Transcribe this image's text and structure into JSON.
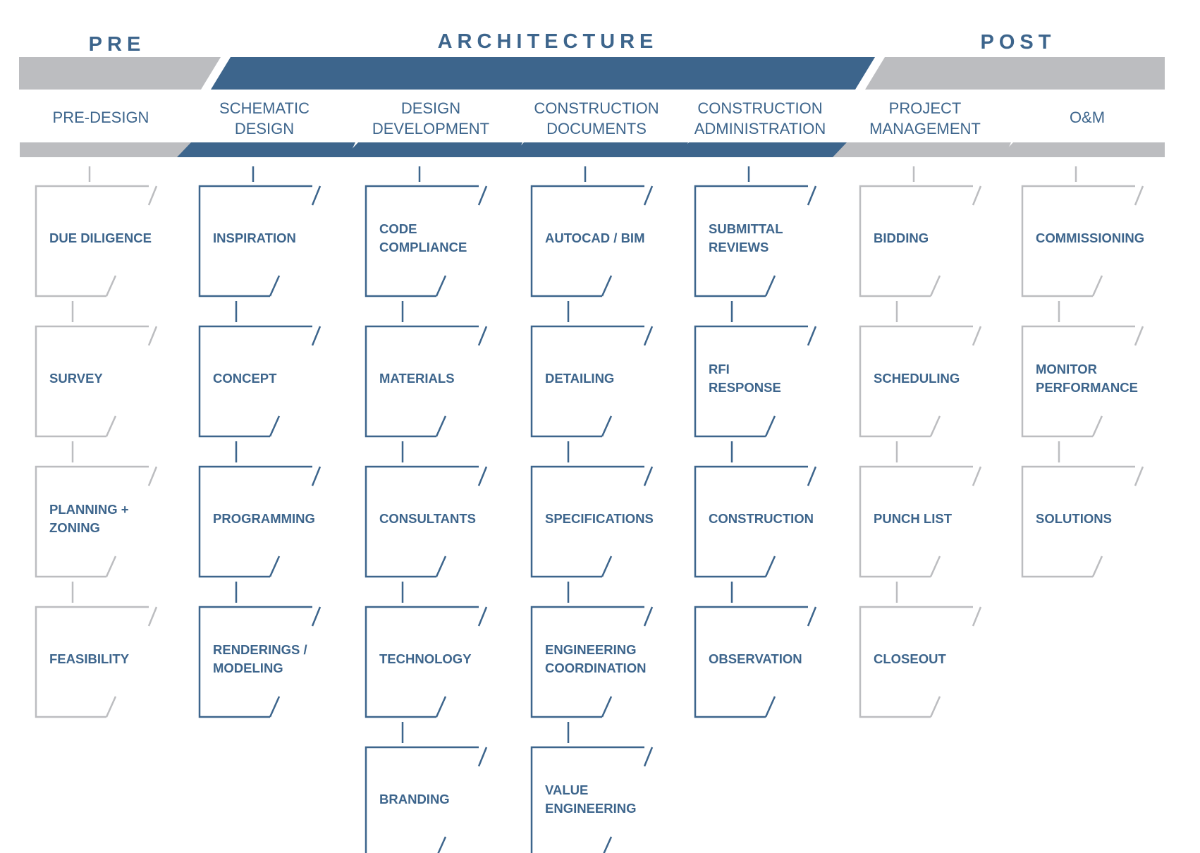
{
  "colors": {
    "accent": "#3d658c",
    "muted": "#bcbdc0",
    "text": "#3d658c"
  },
  "phases": [
    {
      "id": "pre",
      "label": "PRE",
      "tone": "accent"
    },
    {
      "id": "architecture",
      "label": "ARCHITECTURE",
      "tone": "accent"
    },
    {
      "id": "post",
      "label": "POST",
      "tone": "accent"
    }
  ],
  "columns": [
    {
      "id": "pre-design",
      "heading": [
        "PRE-DESIGN"
      ],
      "style": "muted",
      "steps": [
        [
          "DUE DILIGENCE"
        ],
        [
          "SURVEY"
        ],
        [
          "PLANNING +",
          "ZONING"
        ],
        [
          "FEASIBILITY"
        ]
      ]
    },
    {
      "id": "schematic-design",
      "heading": [
        "SCHEMATIC",
        "DESIGN"
      ],
      "style": "accent",
      "steps": [
        [
          "INSPIRATION"
        ],
        [
          "CONCEPT"
        ],
        [
          "PROGRAMMING"
        ],
        [
          "RENDERINGS /",
          "MODELING"
        ]
      ]
    },
    {
      "id": "design-development",
      "heading": [
        "DESIGN",
        "DEVELOPMENT"
      ],
      "style": "accent",
      "steps": [
        [
          "CODE",
          "COMPLIANCE"
        ],
        [
          "MATERIALS"
        ],
        [
          "CONSULTANTS"
        ],
        [
          "TECHNOLOGY"
        ],
        [
          "BRANDING"
        ]
      ]
    },
    {
      "id": "construction-documents",
      "heading": [
        "CONSTRUCTION",
        "DOCUMENTS"
      ],
      "style": "accent",
      "steps": [
        [
          "AUTOCAD / BIM"
        ],
        [
          "DETAILING"
        ],
        [
          "SPECIFICATIONS"
        ],
        [
          "ENGINEERING",
          "COORDINATION"
        ],
        [
          "VALUE",
          "ENGINEERING"
        ]
      ]
    },
    {
      "id": "construction-administration",
      "heading": [
        "CONSTRUCTION",
        "ADMINISTRATION"
      ],
      "style": "accent",
      "steps": [
        [
          "SUBMITTAL",
          "REVIEWS"
        ],
        [
          "RFI",
          "RESPONSE"
        ],
        [
          "CONSTRUCTION"
        ],
        [
          "OBSERVATION"
        ]
      ]
    },
    {
      "id": "project-management",
      "heading": [
        "PROJECT",
        "MANAGEMENT"
      ],
      "style": "muted",
      "steps": [
        [
          "BIDDING"
        ],
        [
          "SCHEDULING"
        ],
        [
          "PUNCH LIST"
        ],
        [
          "CLOSEOUT"
        ]
      ]
    },
    {
      "id": "om",
      "heading": [
        "O&M"
      ],
      "style": "muted",
      "steps": [
        [
          "COMMISSIONING"
        ],
        [
          "MONITOR",
          "PERFORMANCE"
        ],
        [
          "SOLUTIONS"
        ]
      ]
    }
  ]
}
